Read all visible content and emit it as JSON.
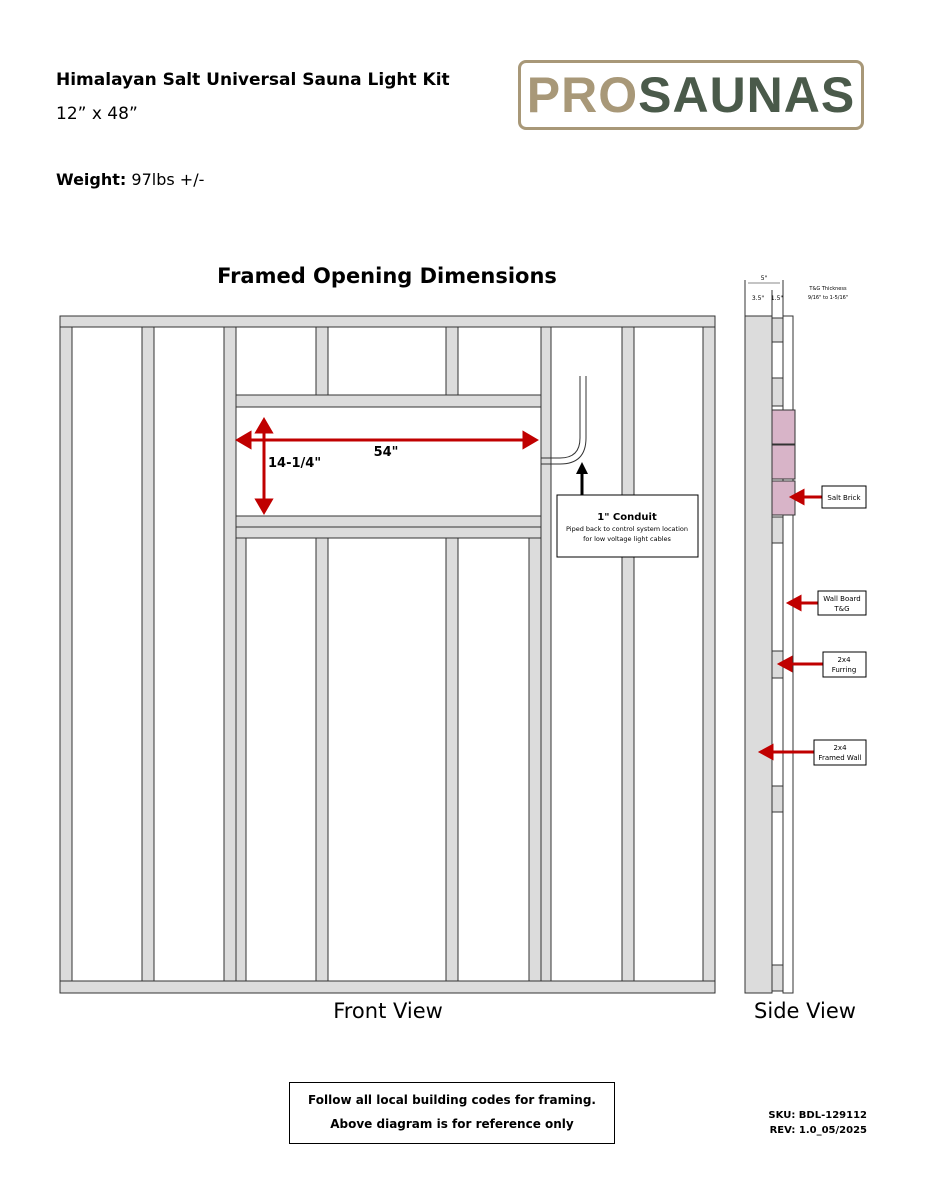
{
  "header": {
    "title": "Himalayan Salt Universal Sauna Light Kit",
    "size": "12” x 48”",
    "weight_label": "Weight:",
    "weight_value": " 97lbs +/-"
  },
  "logo": {
    "part1": "PRO",
    "part2": "SAUNAS"
  },
  "diagram": {
    "heading": "Framed Opening Dimensions",
    "width_dim": "54\"",
    "height_dim": "14-1/4\"",
    "conduit_title": "1\" Conduit",
    "conduit_line1": "Piped back to control system location",
    "conduit_line2": "for low voltage light cables",
    "front_label": "Front View",
    "side_label": "Side View",
    "side_total": "5\"",
    "side_a": "3.5\"",
    "side_b": "1.5\"",
    "tg_line1": "T&G Thickness",
    "tg_line2": "9/16\" to 1-5/16\"",
    "callouts": {
      "salt_brick": "Salt Brick",
      "wall_board_1": "Wall Board",
      "wall_board_2": "T&G",
      "furring_1": "2x4",
      "furring_2": "Furring",
      "framed_1": "2x4",
      "framed_2": "Framed Wall"
    },
    "colors": {
      "frame": "#dcdcdc",
      "brick": "#d8b4c8",
      "arrow": "#c00000"
    }
  },
  "note": {
    "line1": "Follow all local building codes for framing.",
    "line2": "Above diagram is for reference only"
  },
  "footer": {
    "sku": "SKU: BDL-129112",
    "rev": "REV: 1.0_05/2025"
  }
}
